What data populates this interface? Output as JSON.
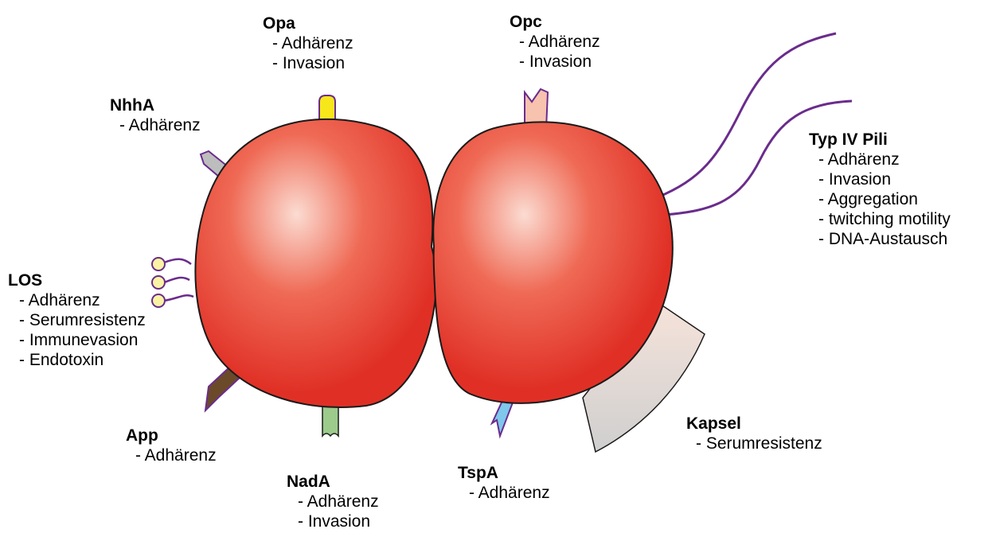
{
  "colors": {
    "cell_core": "#e03026",
    "cell_highlight": "#fbdcd2",
    "outline": "#1a1a1a",
    "purple": "#6a2c8c",
    "opa_yellow": "#f6e61a",
    "opc_pink": "#f7c2ae",
    "nhha_gray": "#bdbdbd",
    "los_yellow": "#fbf3a4",
    "app_brown": "#6b4a2a",
    "nada_green": "#9ccb8c",
    "tspa_blue": "#7fc7ec",
    "capsule_light": "#f6e3da",
    "capsule_dark": "#cfcfcf"
  },
  "components": [
    {
      "id": "opa",
      "name": "Opa",
      "functions": [
        "- Adhärenz",
        "- Invasion"
      ]
    },
    {
      "id": "opc",
      "name": "Opc",
      "functions": [
        "- Adhärenz",
        "- Invasion"
      ]
    },
    {
      "id": "nhha",
      "name": "NhhA",
      "functions": [
        "- Adhärenz"
      ]
    },
    {
      "id": "typ4pili",
      "name": "Typ IV Pili",
      "functions": [
        "- Adhärenz",
        "- Invasion",
        "- Aggregation",
        "- twitching motility",
        "- DNA-Austausch"
      ]
    },
    {
      "id": "los",
      "name": "LOS",
      "functions": [
        "- Adhärenz",
        "- Serumresistenz",
        "- Immunevasion",
        "- Endotoxin"
      ]
    },
    {
      "id": "app",
      "name": "App",
      "functions": [
        "- Adhärenz"
      ]
    },
    {
      "id": "nada",
      "name": "NadA",
      "functions": [
        "- Adhärenz",
        "- Invasion"
      ]
    },
    {
      "id": "tspa",
      "name": "TspA",
      "functions": [
        "- Adhärenz"
      ]
    },
    {
      "id": "kapsel",
      "name": "Kapsel",
      "functions": [
        "- Serumresistenz"
      ]
    }
  ]
}
